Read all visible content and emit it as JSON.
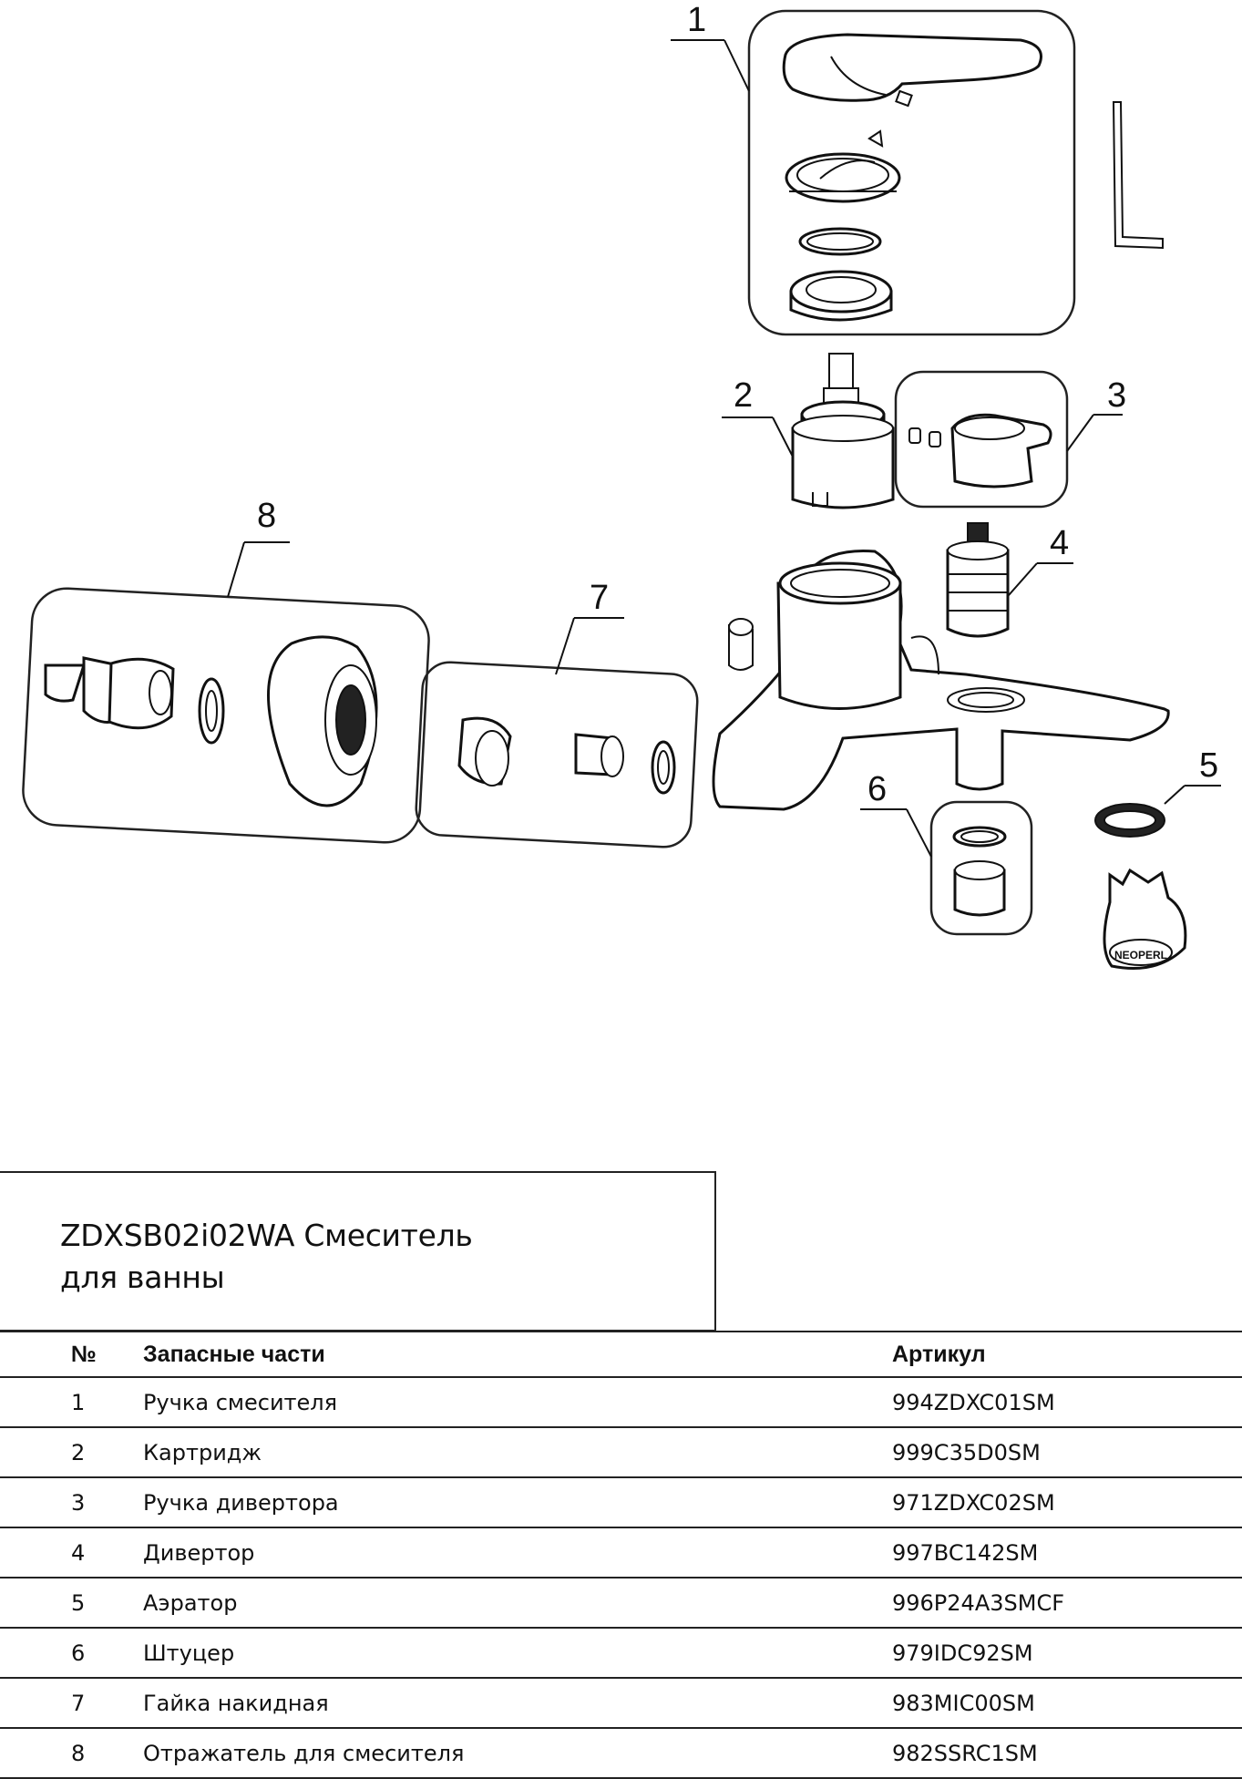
{
  "title": "ZDXSB02i02WA Смеситель для ванны",
  "title_lines": [
    "ZDXSB02i02WA Смеситель",
    "для ванны"
  ],
  "callouts": [
    "1",
    "2",
    "3",
    "4",
    "5",
    "6",
    "7",
    "8"
  ],
  "logo_text": "NEOPERL",
  "table": {
    "headers": [
      "№",
      "Запасные части",
      "Артикул"
    ],
    "rows": [
      [
        "1",
        "Ручка смесителя",
        "994ZDXC01SM"
      ],
      [
        "2",
        "Картридж",
        "999C35D0SM"
      ],
      [
        "3",
        "Ручка дивертора",
        "971ZDXC02SM"
      ],
      [
        "4",
        "Дивертор",
        "997BC142SM"
      ],
      [
        "5",
        "Аэратор",
        "996P24A3SMCF"
      ],
      [
        "6",
        "Штуцер",
        "979IDC92SM"
      ],
      [
        "7",
        "Гайка накидная",
        "983MIC00SM"
      ],
      [
        "8",
        "Отражатель для смесителя",
        "982SSRC1SM"
      ]
    ]
  }
}
